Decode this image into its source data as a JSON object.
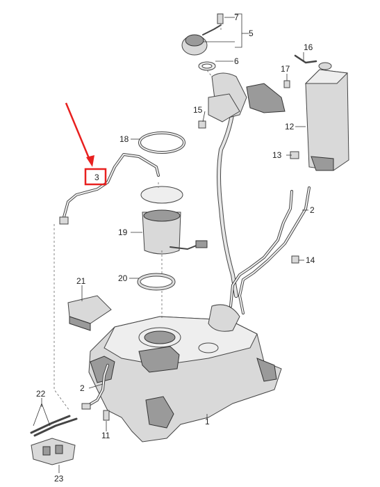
{
  "callouts": {
    "c1": "1",
    "c2a": "2",
    "c2b": "2",
    "c3": "3",
    "c5": "5",
    "c6": "6",
    "c7": "7",
    "c11": "11",
    "c12": "12",
    "c13": "13",
    "c14": "14",
    "c15": "15",
    "c16": "16",
    "c17": "17",
    "c18": "18",
    "c19": "19",
    "c20": "20",
    "c21": "21",
    "c22": "22",
    "c23": "23"
  },
  "colors": {
    "highlight": "#e8201f",
    "line": "#333333",
    "part_fill": "#d9d9d9"
  },
  "highlighted_callout": "3"
}
